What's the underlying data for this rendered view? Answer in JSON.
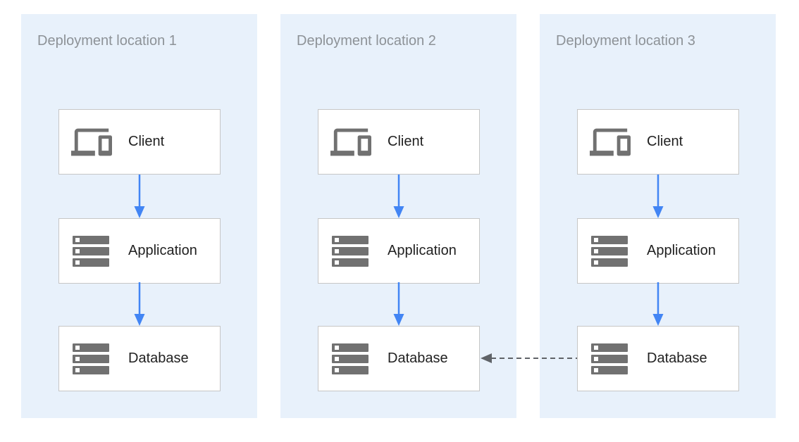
{
  "panels": [
    {
      "title": "Deployment location 1",
      "nodes": [
        {
          "label": "Client",
          "icon": "devices-icon"
        },
        {
          "label": "Application",
          "icon": "server-stack-icon"
        },
        {
          "label": "Database",
          "icon": "server-stack-icon"
        }
      ]
    },
    {
      "title": "Deployment location 2",
      "nodes": [
        {
          "label": "Client",
          "icon": "devices-icon"
        },
        {
          "label": "Application",
          "icon": "server-stack-icon"
        },
        {
          "label": "Database",
          "icon": "server-stack-icon"
        }
      ]
    },
    {
      "title": "Deployment location 3",
      "nodes": [
        {
          "label": "Client",
          "icon": "devices-icon"
        },
        {
          "label": "Application",
          "icon": "server-stack-icon"
        },
        {
          "label": "Database",
          "icon": "server-stack-icon"
        }
      ]
    }
  ],
  "connections": [
    {
      "panel": 1,
      "from": "Client",
      "to": "Application",
      "style": "solid",
      "color": "blue"
    },
    {
      "panel": 1,
      "from": "Application",
      "to": "Database",
      "style": "solid",
      "color": "blue"
    },
    {
      "panel": 2,
      "from": "Client",
      "to": "Application",
      "style": "solid",
      "color": "blue"
    },
    {
      "panel": 2,
      "from": "Application",
      "to": "Database",
      "style": "solid",
      "color": "blue"
    },
    {
      "panel": 3,
      "from": "Client",
      "to": "Application",
      "style": "solid",
      "color": "blue"
    },
    {
      "panel": 3,
      "from": "Application",
      "to": "Database",
      "style": "solid",
      "color": "blue"
    },
    {
      "from": "Database (Deployment location 3)",
      "to": "Database (Deployment location 2)",
      "style": "dashed",
      "color": "gray",
      "direction": "right-to-left"
    }
  ],
  "colors": {
    "panel_bg": "#E8F1FB",
    "node_bg": "#FFFFFF",
    "node_border": "#C6C6C6",
    "title_color": "#8D9297",
    "label_color": "#212121",
    "icon_color": "#717171",
    "arrow_blue": "#4285F4",
    "arrow_gray": "#5F6368"
  }
}
